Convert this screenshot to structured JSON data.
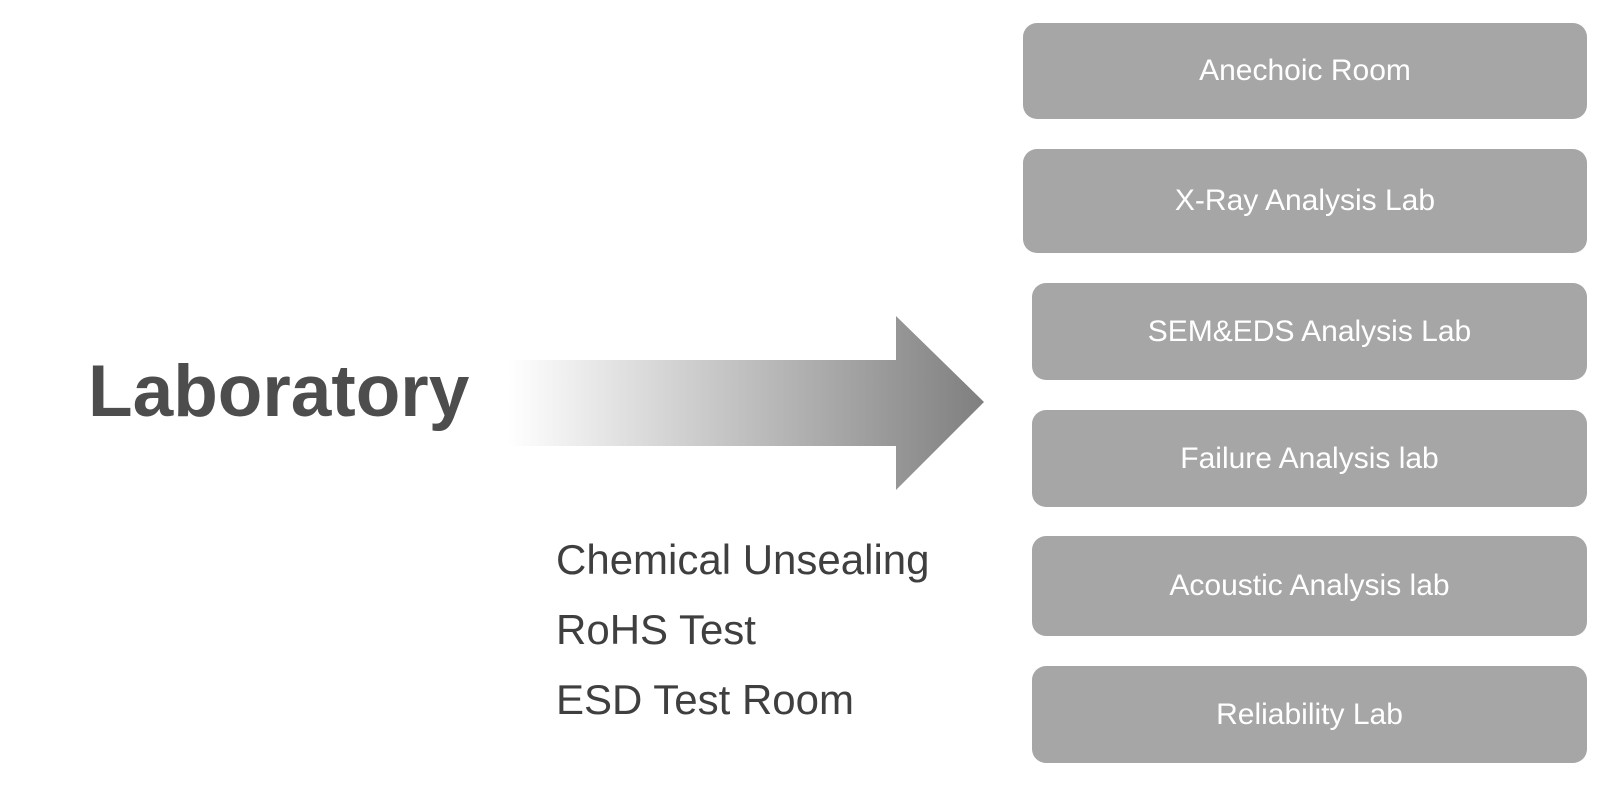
{
  "title": "Laboratory",
  "extra_items": [
    "Chemical Unsealing",
    "RoHS Test",
    "ESD Test Room"
  ],
  "labs": [
    "Anechoic Room",
    "X-Ray Analysis Lab",
    "SEM&EDS Analysis Lab",
    "Failure Analysis lab",
    "Acoustic Analysis lab",
    "Reliability Lab"
  ],
  "colors": {
    "title": "#4d4d4d",
    "box_fill": "#a6a6a6",
    "box_text": "#ffffff",
    "arrow_start": "#ffffff",
    "arrow_end": "#7f7f7f",
    "list_text": "#3f3f3f"
  }
}
